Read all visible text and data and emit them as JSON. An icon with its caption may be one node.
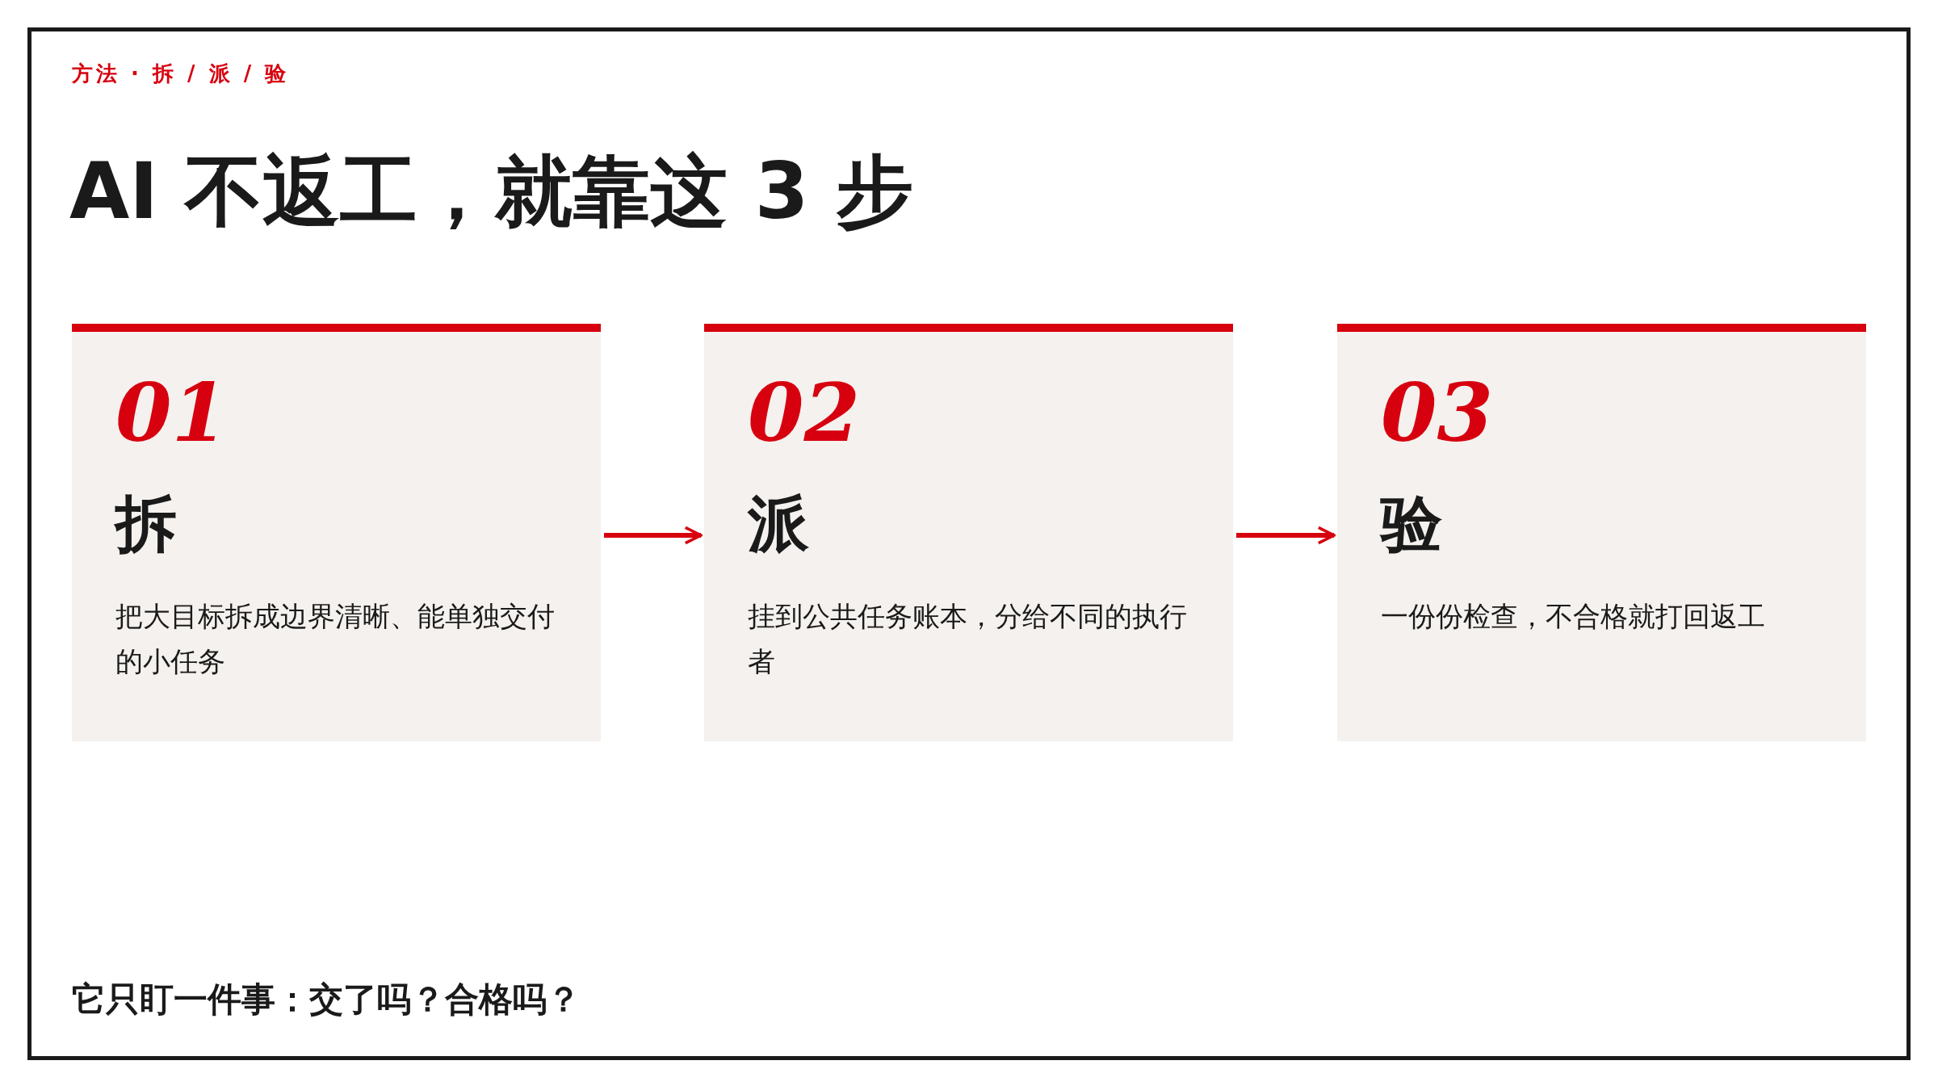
{
  "diagram": {
    "title": "AI 不返工，就靠这 **3** 步",
    "nodes": [
      {
        "text": [
          "01",
          "拆",
          "把大目标拆成边界清晰、能单独交付的小任务"
        ]
      },
      {
        "text": [
          "02",
          "派",
          "挂到公共任务账本，分给不同的执行者"
        ]
      },
      {
        "text": [
          "03",
          "验",
          "一份份检查，不合格就打回返工"
        ]
      }
    ],
    "edges": [
      {
        "from": 0,
        "to": 1,
        "arrow": "to"
      },
      {
        "from": 1,
        "to": 2,
        "arrow": "to"
      }
    ],
    "labels": [
      "方法 · 拆 / 派 / 验",
      "它只盯一件事：**交了吗？合格吗？**"
    ]
  }
}
